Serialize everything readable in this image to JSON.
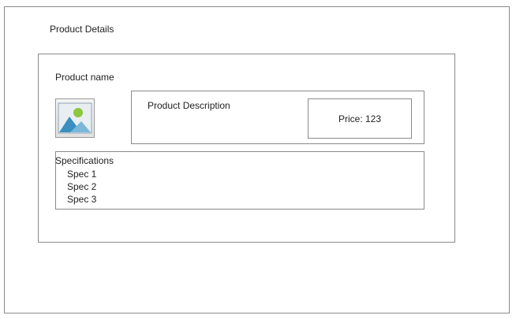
{
  "page": {
    "title": "Product Details"
  },
  "product": {
    "name_label": "Product name",
    "image_icon": "image-placeholder-icon",
    "description_label": "Product Description",
    "price_label": "Price: 123"
  },
  "specifications": {
    "title": "Specifications",
    "items": [
      "Spec 1",
      "Spec 2",
      "Spec 3"
    ]
  }
}
